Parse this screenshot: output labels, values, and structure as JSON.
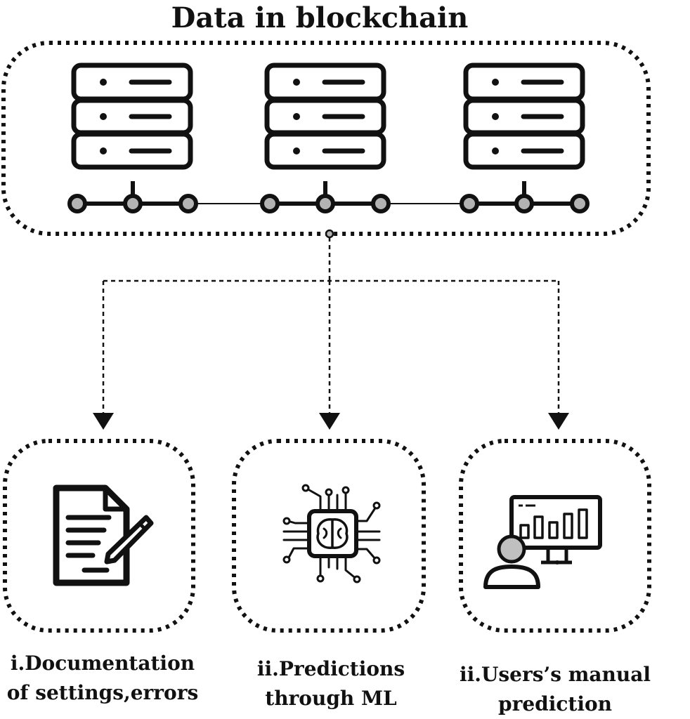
{
  "title": "Data in blockchain",
  "blockchain": {
    "servers": [
      {
        "icon": "server-stack-icon"
      },
      {
        "icon": "server-stack-icon"
      },
      {
        "icon": "server-stack-icon"
      }
    ],
    "chain_icon": "node-chain-icon"
  },
  "outputs": [
    {
      "icon": "document-edit-icon",
      "caption_lines": [
        "i.Documentation",
        "of settings,errors"
      ]
    },
    {
      "icon": "ai-chip-brain-icon",
      "caption_lines": [
        "ii.Predictions",
        "through ML"
      ]
    },
    {
      "icon": "user-dashboard-icon",
      "caption_lines": [
        "ii.Users’s manual",
        "prediction"
      ]
    }
  ],
  "colors": {
    "stroke": "#111111",
    "node_fill": "#b3b3b3",
    "avatar_fill": "#c0c0c0",
    "background": "#ffffff"
  }
}
